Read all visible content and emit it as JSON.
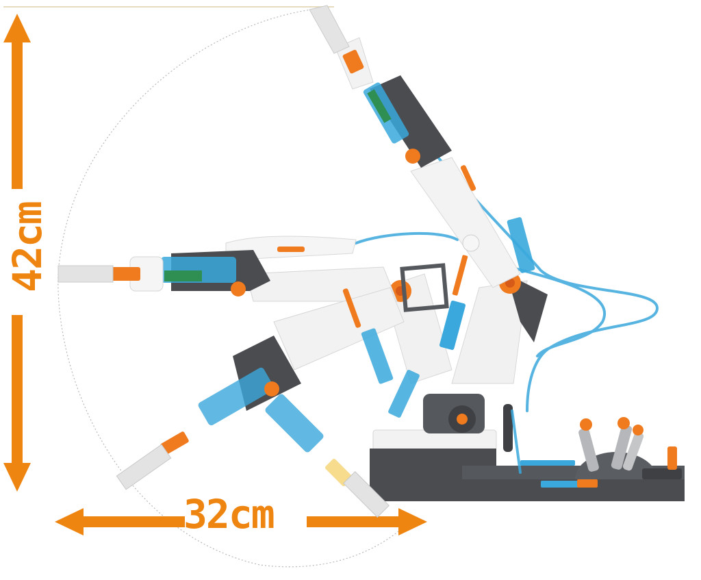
{
  "image": {
    "subject": "Hydraulic robotic arm kit shown in multiple positions",
    "background": "#ffffff"
  },
  "dimensions": {
    "height_label": "42cm",
    "width_label": "32cm"
  },
  "colors": {
    "arrow": "#ef8511",
    "arm_white": "#eeeeee",
    "arm_dark": "#4a4c50",
    "tube_blue": "#3aa8dc",
    "accent_orange": "#f07a1e",
    "reach_arc": "#b8b8b8",
    "top_rule": "#e8dcc0"
  }
}
